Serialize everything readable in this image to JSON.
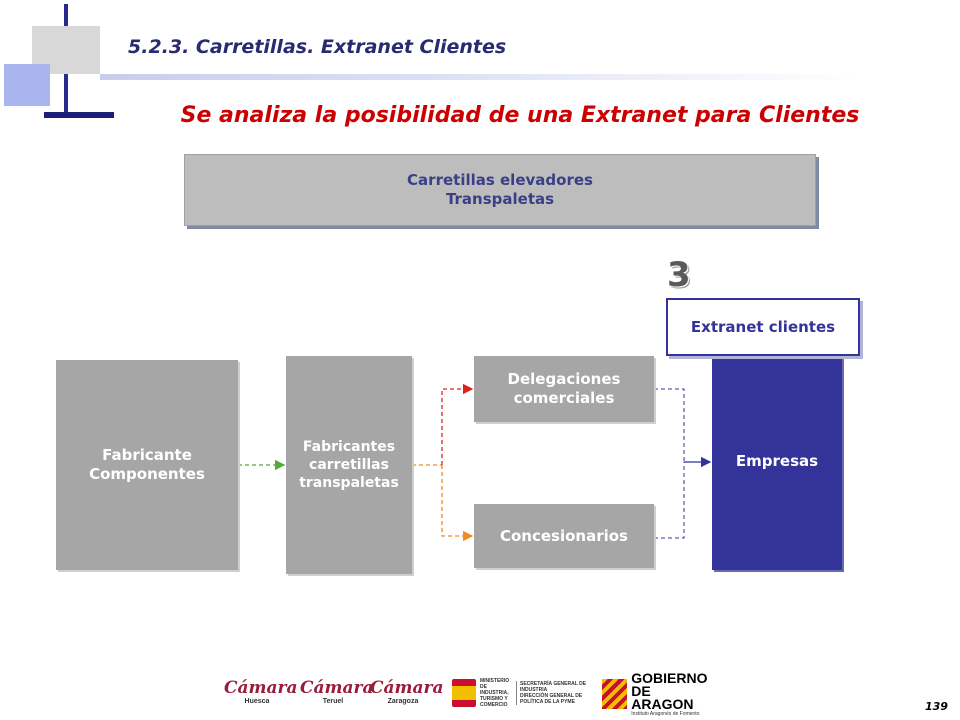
{
  "header": {
    "section_title": "5.2.3. Carretillas. Extranet Clientes",
    "main_title": "Se analiza la posibilidad de una Extranet para Clientes"
  },
  "diagram": {
    "banner": {
      "line1": "Carretillas elevadores",
      "line2": "Transpaletas"
    },
    "step_number": "3",
    "extranet_label": "Extranet clientes",
    "nodes": {
      "fabricante_componentes": {
        "line1": "Fabricante",
        "line2": "Componentes"
      },
      "fabricantes_carretillas": {
        "line1": "Fabricantes",
        "line2": "carretillas",
        "line3": "transpaletas"
      },
      "delegaciones": {
        "line1": "Delegaciones",
        "line2": "comerciales"
      },
      "concesionarios": "Concesionarios",
      "empresas": "Empresas"
    },
    "colors": {
      "grey_box": "#a6a6a6",
      "empresas": "#333399",
      "title_red": "#cc0000",
      "arrow_green": "#55aa33",
      "arrow_orange": "#f08a24",
      "arrow_red": "#dd2222",
      "arrow_navy": "#333399"
    }
  },
  "footer": {
    "logos": {
      "camara1": {
        "name": "Cámara",
        "city": "Huesca"
      },
      "camara2": {
        "name": "Cámara",
        "city": "Teruel"
      },
      "camara3": {
        "name": "Cámara",
        "city": "Zaragoza"
      },
      "ministerio": {
        "col1": [
          "MINISTERIO",
          "DE INDUSTRIA,",
          "TURISMO Y",
          "COMERCIO"
        ],
        "col2": [
          "SECRETARÍA GENERAL DE",
          "INDUSTRIA",
          "DIRECCIÓN GENERAL DE",
          "POLÍTICA DE LA PYME"
        ]
      },
      "gobierno": {
        "line1": "GOBIERNO",
        "line2": "DE ARAGON",
        "line3": "Instituto Aragonés de Fomento"
      }
    },
    "page_number": "139"
  }
}
